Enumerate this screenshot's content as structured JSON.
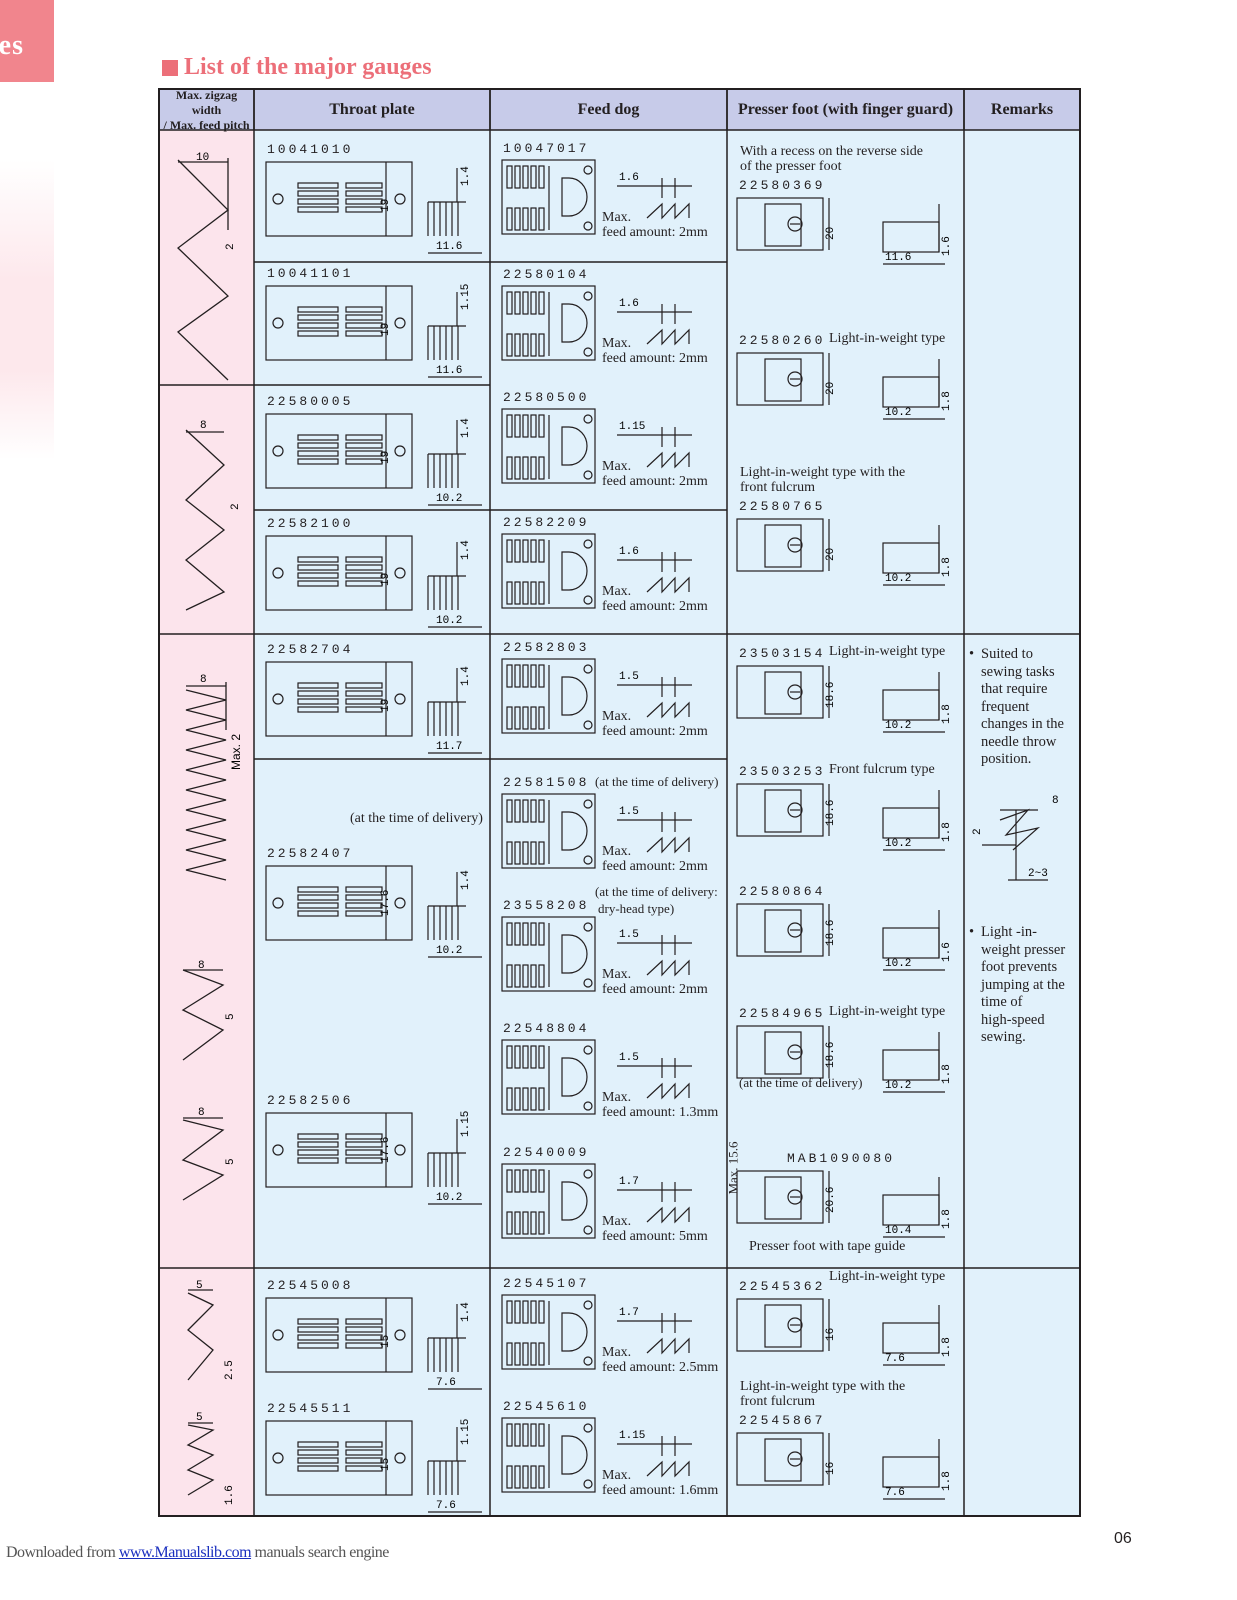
{
  "tab": {
    "label": "es"
  },
  "section_title": "List of the major gauges",
  "headers": {
    "zigzag": "Max. zigzag width / Max. feed pitch",
    "zigzag_line1": "Max. zigzag width",
    "zigzag_line2": "/ Max. feed pitch",
    "throat": "Throat plate",
    "feed": "Feed dog",
    "presser": "Presser foot (with finger guard)",
    "remarks": "Remarks"
  },
  "zigzag": {
    "z1": {
      "w": "10",
      "p": "2"
    },
    "z2": {
      "w": "8",
      "p": "2"
    },
    "z3": {
      "w": "8",
      "p": "Max. 2"
    },
    "z4": {
      "w": "8",
      "p": "5"
    },
    "z5": {
      "w": "8",
      "p": "5"
    },
    "z6": {
      "w": "5",
      "p": "2.5"
    },
    "z7": {
      "w": "5",
      "p": "1.6"
    }
  },
  "throat_plates": [
    {
      "code": "10041010",
      "top": "1.4",
      "side": "19",
      "bottom": "11.6"
    },
    {
      "code": "10041101",
      "top": "1.15",
      "side": "19",
      "bottom": "11.6"
    },
    {
      "code": "22580005",
      "top": "1.4",
      "side": "19",
      "bottom": "10.2"
    },
    {
      "code": "22582100",
      "top": "1.4",
      "side": "19",
      "bottom": "10.2"
    },
    {
      "code": "22582704",
      "top": "1.4",
      "side": "19",
      "bottom": "11.7"
    },
    {
      "code": "22582407",
      "top": "1.4",
      "side": "17.6",
      "bottom": "10.2",
      "note": "(at the time of delivery)"
    },
    {
      "code": "22582506",
      "top": "1.15",
      "side": "17.6",
      "bottom": "10.2"
    },
    {
      "code": "22545008",
      "top": "1.4",
      "side": "15",
      "bottom": "7.6"
    },
    {
      "code": "22545511",
      "top": "1.15",
      "side": "15",
      "bottom": "7.6"
    }
  ],
  "feed_dogs": [
    {
      "code": "10047017",
      "pitch": "1.6",
      "max": "Max.",
      "amount": "feed amount: 2mm"
    },
    {
      "code": "22580104",
      "pitch": "1.6",
      "max": "Max.",
      "amount": "feed amount: 2mm"
    },
    {
      "code": "22580500",
      "pitch": "1.15",
      "max": "Max.",
      "amount": "feed amount: 2mm"
    },
    {
      "code": "22582209",
      "pitch": "1.6",
      "max": "Max.",
      "amount": "feed amount: 2mm"
    },
    {
      "code": "22582803",
      "pitch": "1.5",
      "max": "Max.",
      "amount": "feed amount: 2mm"
    },
    {
      "code": "22581508",
      "pitch": "1.5",
      "max": "Max.",
      "amount": "feed amount: 2mm",
      "note": "(at the time of delivery)"
    },
    {
      "code": "23558208",
      "pitch": "1.5",
      "max": "Max.",
      "amount": "feed amount: 2mm",
      "note1": "(at the time of delivery:",
      "note2": "dry-head type)"
    },
    {
      "code": "22548804",
      "pitch": "1.5",
      "max": "Max.",
      "amount": "feed amount: 1.3mm"
    },
    {
      "code": "22540009",
      "pitch": "1.7",
      "max": "Max.",
      "amount": "feed amount: 5mm"
    },
    {
      "code": "22545107",
      "pitch": "1.7",
      "max": "Max.",
      "amount": "feed amount: 2.5mm"
    },
    {
      "code": "22545610",
      "pitch": "1.15",
      "max": "Max.",
      "amount": "feed amount: 1.6mm"
    }
  ],
  "presser_feet": [
    {
      "code": "22580369",
      "desc1": "With a recess on the reverse side",
      "desc2": "of the presser foot",
      "h": "20",
      "w": "11.6",
      "t": "1.6"
    },
    {
      "code": "22580260",
      "label": "Light-in-weight type",
      "h": "20",
      "w": "10.2",
      "t": "1.8"
    },
    {
      "code": "22580765",
      "desc1": "Light-in-weight type with the",
      "desc2": "front fulcrum",
      "h": "20",
      "w": "10.2",
      "t": "1.8"
    },
    {
      "code": "23503154",
      "label": "Light-in-weight type",
      "h": "18.6",
      "w": "10.2",
      "t": "1.8"
    },
    {
      "code": "23503253",
      "label": "Front fulcrum type",
      "h": "18.6",
      "w": "10.2",
      "t": "1.8"
    },
    {
      "code": "22580864",
      "h": "18.6",
      "w": "10.2",
      "t": "1.6"
    },
    {
      "code": "22584965",
      "label": "Light-in-weight type",
      "h": "18.6",
      "w": "10.2",
      "t": "1.8",
      "note": "(at the time of delivery)"
    },
    {
      "code": "MAB1090080",
      "max": "Max. 15.6",
      "h": "20.6",
      "w": "10.4",
      "t": "1.8",
      "caption": "Presser foot with tape guide"
    },
    {
      "code": "22545362",
      "label": "Light-in-weight type",
      "h": "16",
      "w": "7.6",
      "t": "1.8"
    },
    {
      "code": "22545867",
      "desc1": "Light-in-weight type with the",
      "desc2": "front fulcrum",
      "h": "16",
      "w": "7.6",
      "t": "1.8"
    }
  ],
  "remarks": {
    "r1": [
      "Suited to",
      "sewing tasks",
      "that require",
      "frequent",
      "changes in the",
      "needle throw",
      "position."
    ],
    "diagram": {
      "a": "8",
      "b": "2",
      "c": "2~3"
    },
    "r2": [
      "Light -in-",
      "weight presser",
      "foot prevents",
      "jumping at the",
      "time of",
      "high-speed",
      "sewing."
    ]
  },
  "footer": {
    "prefix": "Downloaded from ",
    "link": "www.Manualslib.com",
    "suffix": " manuals search engine",
    "page": "06"
  }
}
